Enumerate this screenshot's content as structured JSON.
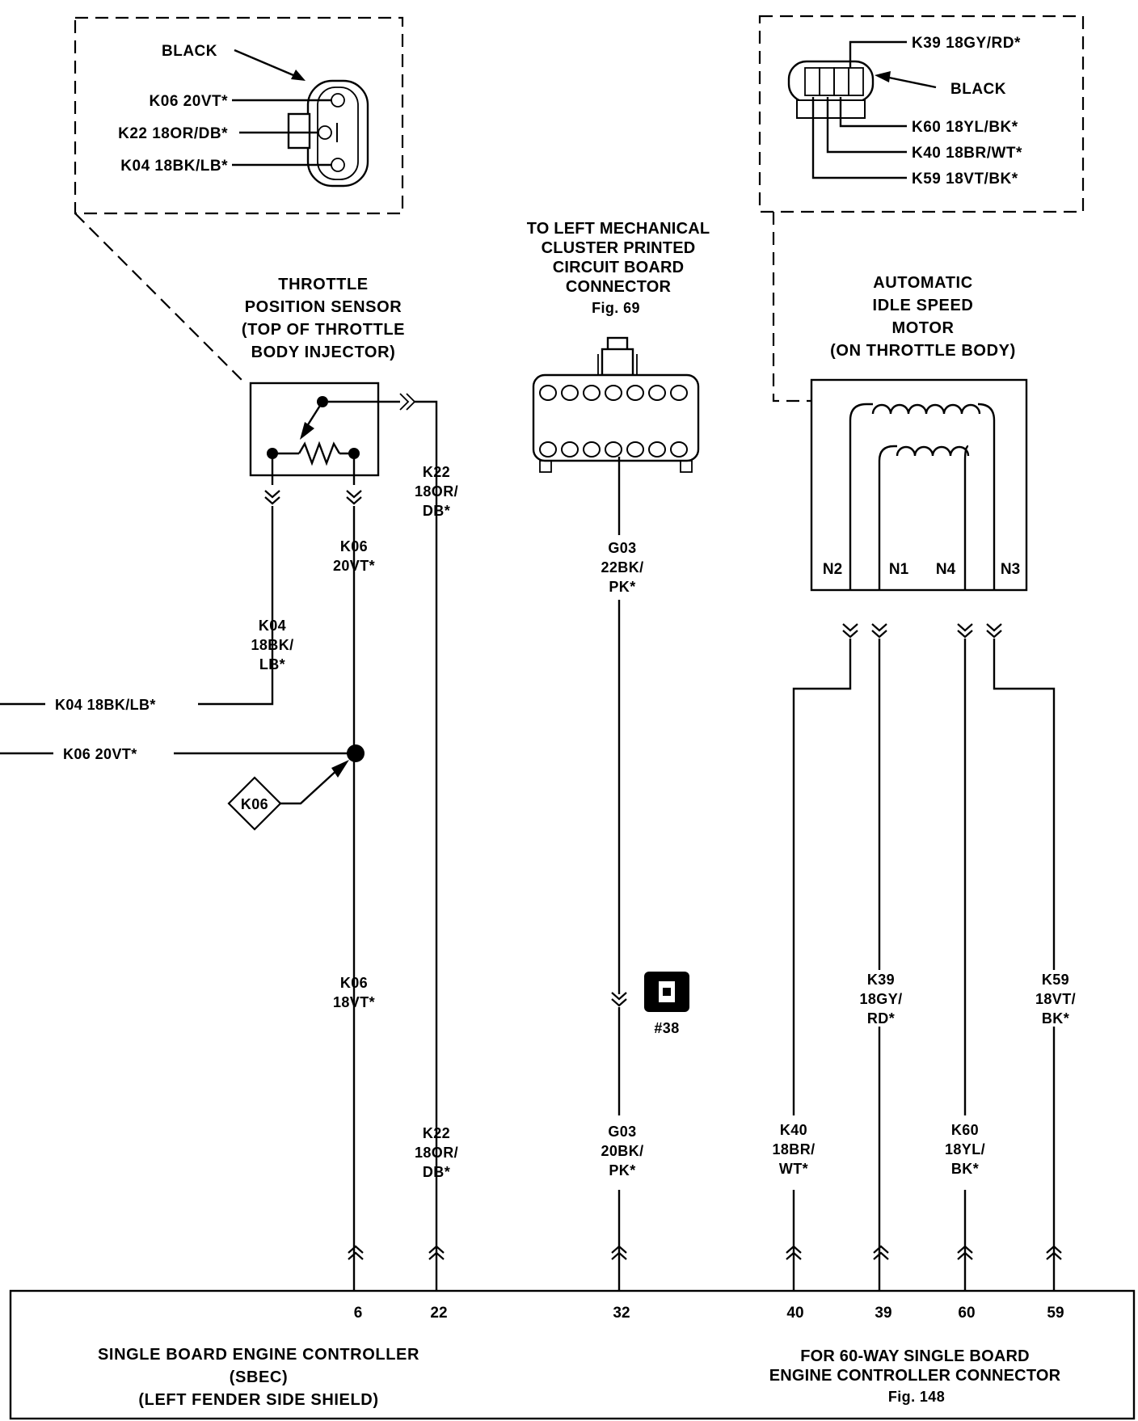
{
  "tps_connector": {
    "color": "BLACK",
    "pins": [
      "K06 20VT*",
      "K22 18OR/DB*",
      "K04 18BK/LB*"
    ]
  },
  "iac_connector": {
    "top_wire": "K39 18GY/RD*",
    "color": "BLACK",
    "pins": [
      "K60 18YL/BK*",
      "K40 18BR/WT*",
      "K59 18VT/BK*"
    ]
  },
  "throttle_sensor": {
    "title_lines": [
      "THROTTLE",
      "POSITION SENSOR",
      "(TOP OF THROTTLE",
      "BODY INJECTOR)"
    ]
  },
  "cluster_connector": {
    "title_lines": [
      "TO LEFT MECHANICAL",
      "CLUSTER PRINTED",
      "CIRCUIT BOARD",
      "CONNECTOR"
    ],
    "fig": "Fig. 69"
  },
  "idle_motor": {
    "title_lines": [
      "AUTOMATIC",
      "IDLE SPEED",
      "MOTOR",
      "(ON THROTTLE BODY)"
    ],
    "terminals": [
      "N2",
      "N1",
      "N4",
      "N3"
    ]
  },
  "wire_labels": {
    "k22_upper": [
      "K22",
      "18OR/",
      "DB*"
    ],
    "k06_upper": [
      "K06",
      "20VT*"
    ],
    "k04_mid": [
      "K04",
      "18BK/",
      "LB*"
    ],
    "g03_upper": [
      "G03",
      "22BK/",
      "PK*"
    ],
    "k04_horizontal": "K04 18BK/LB*",
    "k06_horizontal": "K06 20VT*",
    "splice_tag": "K06",
    "k06_lower": [
      "K06",
      "18VT*"
    ],
    "ground_ref": "#38",
    "k39_lower": [
      "K39",
      "18GY/",
      "RD*"
    ],
    "k59_lower": [
      "K59",
      "18VT/",
      "BK*"
    ],
    "k22_lower": [
      "K22",
      "18OR/",
      "DB*"
    ],
    "g03_lower": [
      "G03",
      "20BK/",
      "PK*"
    ],
    "k40_lower": [
      "K40",
      "18BR/",
      "WT*"
    ],
    "k60_lower": [
      "K60",
      "18YL/",
      "BK*"
    ]
  },
  "controller": {
    "pins": [
      "6",
      "22",
      "32",
      "40",
      "39",
      "60",
      "59"
    ],
    "name_lines": [
      "SINGLE BOARD ENGINE CONTROLLER",
      "(SBEC)",
      "(LEFT FENDER SIDE SHIELD)"
    ],
    "ref_lines": [
      "FOR 60-WAY SINGLE BOARD",
      "ENGINE CONTROLLER CONNECTOR"
    ],
    "ref_fig": "Fig. 148"
  }
}
